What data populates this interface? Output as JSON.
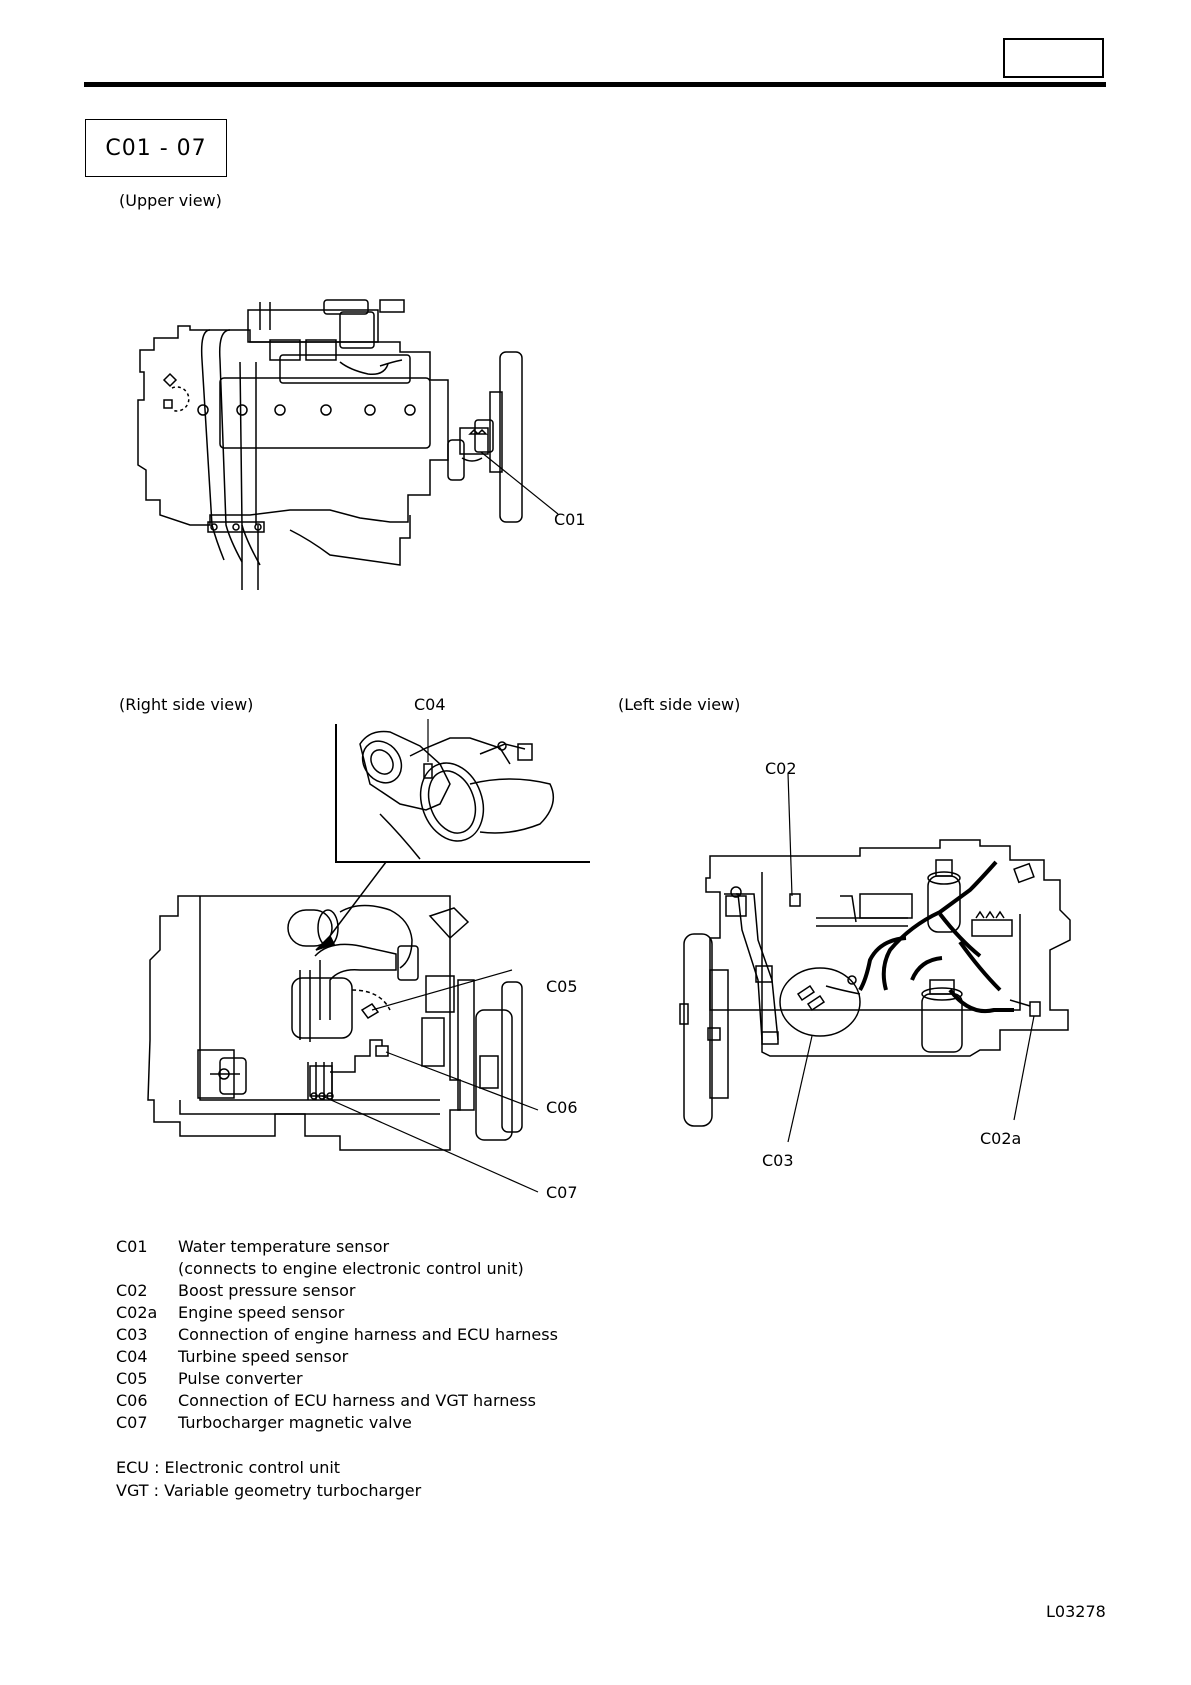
{
  "header": {
    "section_code": "C01 - 07"
  },
  "views": {
    "upper": "(Upper view)",
    "right": "(Right side view)",
    "left": "(Left side view)"
  },
  "callouts": {
    "c01": "C01",
    "c02": "C02",
    "c02a": "C02a",
    "c03": "C03",
    "c04": "C04",
    "c05": "C05",
    "c06": "C06",
    "c07": "C07"
  },
  "legend": [
    {
      "code": "C01",
      "text": "Water temperature sensor"
    },
    {
      "code": "",
      "text": "(connects to engine electronic control unit)"
    },
    {
      "code": "C02",
      "text": "Boost pressure sensor"
    },
    {
      "code": "C02a",
      "text": "Engine speed sensor"
    },
    {
      "code": "C03",
      "text": "Connection of engine harness and ECU harness"
    },
    {
      "code": "C04",
      "text": "Turbine speed sensor"
    },
    {
      "code": "C05",
      "text": "Pulse converter"
    },
    {
      "code": "C06",
      "text": "Connection of ECU harness and VGT harness"
    },
    {
      "code": "C07",
      "text": "Turbocharger magnetic valve"
    }
  ],
  "abbreviations": [
    "ECU : Electronic control unit",
    "VGT : Variable geometry turbocharger"
  ],
  "doc_id": "L03278"
}
